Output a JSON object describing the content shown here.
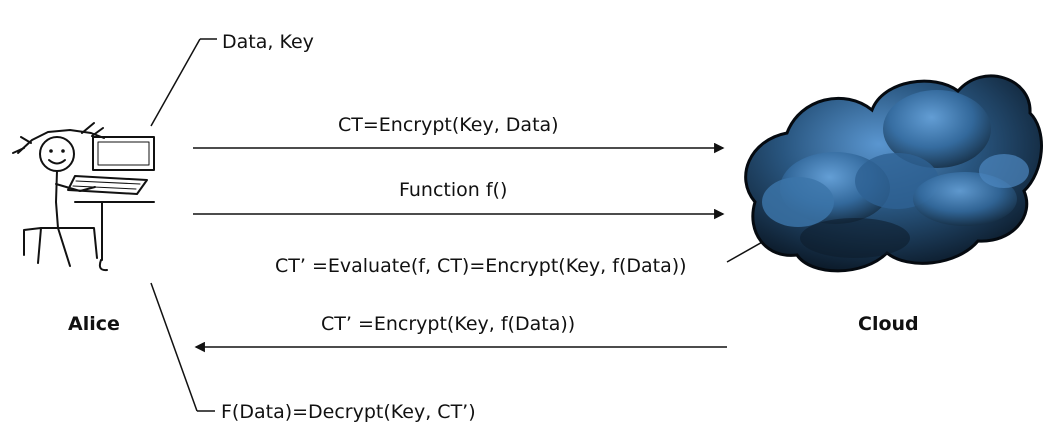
{
  "actors": {
    "client": "Alice",
    "server": "Cloud"
  },
  "annotations": {
    "client_input": "Data, Key",
    "server_evaluation": "CT’ =Evaluate(f, CT)=Encrypt(Key, f(Data))",
    "client_result": "F(Data)=Decrypt(Key, CT’)"
  },
  "messages": [
    {
      "label": "CT=Encrypt(Key, Data)",
      "direction": "Alice → Cloud"
    },
    {
      "label": "Function f()",
      "direction": "Alice → Cloud"
    },
    {
      "label": "CT’ =Encrypt(Key, f(Data))",
      "direction": "Cloud → Alice"
    }
  ],
  "colors": {
    "cloud_light": "#4f88c2",
    "cloud_dark": "#0e1a27",
    "line": "#111111"
  },
  "icons": {
    "client": "person-at-computer-icon",
    "server": "cloud-icon"
  }
}
